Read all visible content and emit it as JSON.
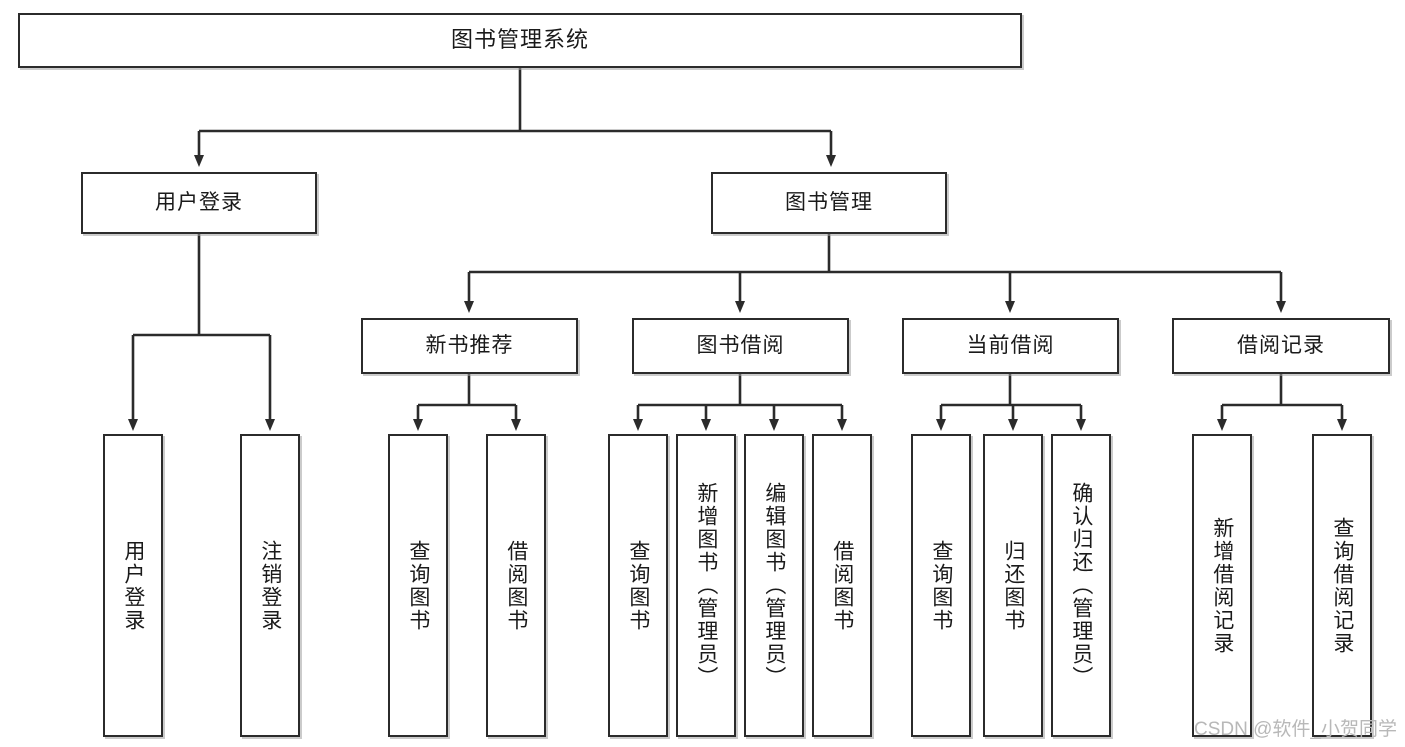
{
  "diagram": {
    "title": "图书管理系统",
    "watermark": "CSDN @软件_小贺同学",
    "colors": {
      "box_border": "#2b2b2b",
      "box_fill": "#ffffff",
      "line": "#2b2b2b",
      "watermark": "#b8b8b8",
      "background": "#ffffff"
    },
    "level2": [
      {
        "label": "用户登录"
      },
      {
        "label": "图书管理"
      }
    ],
    "level3": [
      {
        "label": "新书推荐"
      },
      {
        "label": "图书借阅"
      },
      {
        "label": "当前借阅"
      },
      {
        "label": "借阅记录"
      }
    ],
    "leaves": {
      "user_login": [
        {
          "label": "用户登录"
        },
        {
          "label": "注销登录"
        }
      ],
      "new_book_recommend": [
        {
          "label": "查询图书"
        },
        {
          "label": "借阅图书"
        }
      ],
      "book_borrow": [
        {
          "label": "查询图书"
        },
        {
          "label": "新增图书（管理员）"
        },
        {
          "label": "编辑图书（管理员）"
        },
        {
          "label": "借阅图书"
        }
      ],
      "current_borrow": [
        {
          "label": "查询图书"
        },
        {
          "label": "归还图书"
        },
        {
          "label": "确认归还（管理员）"
        }
      ],
      "borrow_record": [
        {
          "label": "新增借阅记录"
        },
        {
          "label": "查询借阅记录"
        }
      ]
    }
  }
}
